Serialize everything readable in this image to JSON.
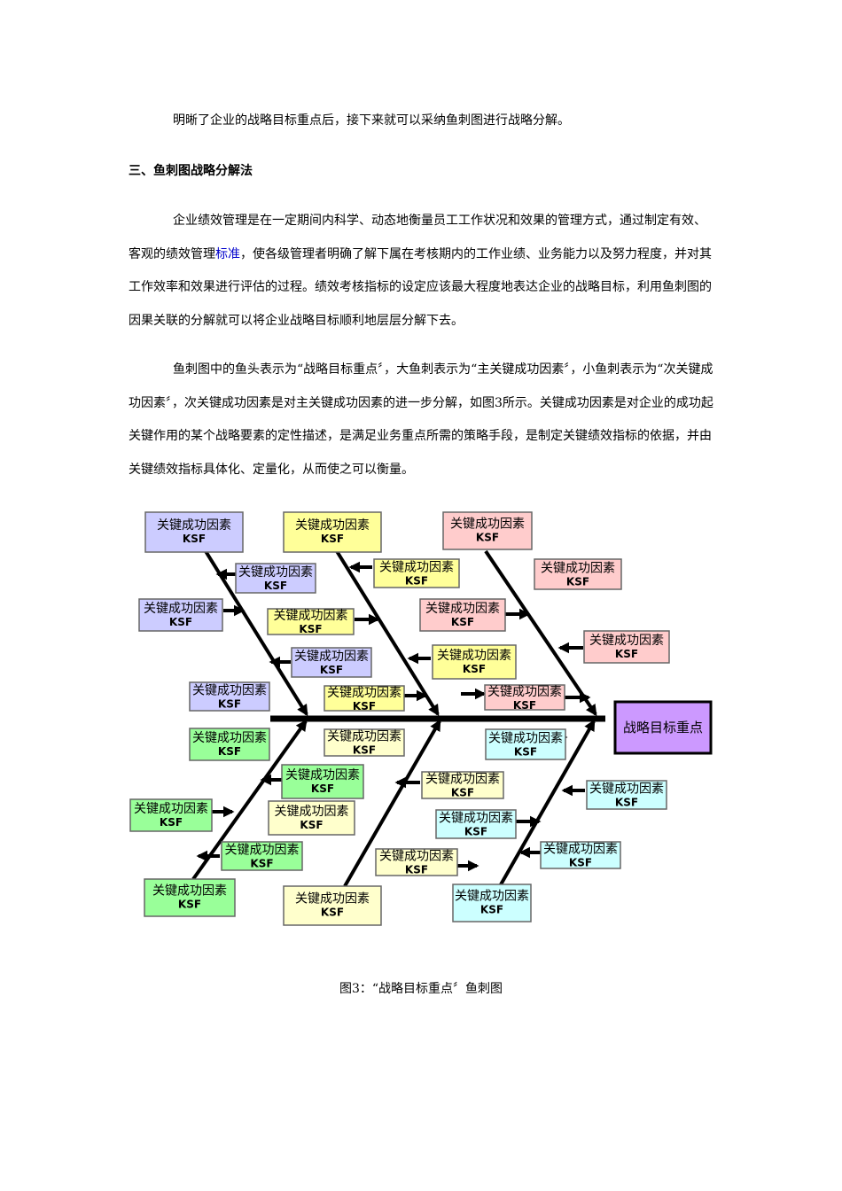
{
  "intro": "明晰了企业的战略目标重点后，接下来就可以采纳鱼刺图进行战略分解。",
  "heading": "三、鱼刺图战略分解法",
  "p1": {
    "before": "企业绩效管理是在一定期间内科学、动态地衡量员工工作状况和效果的管理方式，通过制定有效、客观的绩效管理",
    "link": "标准",
    "after": "，使各级管理者明确了解下属在考核期内的工作业绩、业务能力以及努力程度，并对其工作效率和效果进行评估的过程。绩效考核指标的设定应该最大程度地表达企业的战略目标，利用鱼刺图的因果关联的分解就可以将企业战略目标顺利地层层分解下去。"
  },
  "p2": "鱼刺图中的鱼头表示为“战略目标重点〞，大鱼刺表示为“主关键成功因素〞，小鱼刺表示为“次关键成功因素〞，次关键成功因素是对主关键成功因素的进一步分解，如图3所示。关键成功因素是对企业的成功起关键作用的某个战略要素的定性描述，是满足业务重点所需的策略手段，是制定关键绩效指标的依据，并由关键绩效指标具体化、定量化，从而使之可以衡量。",
  "diagram": {
    "head_label": "战略目标重点",
    "box_line1": "关键成功因素",
    "box_line2": "KSF",
    "colors": {
      "head": "#cc99ff",
      "purple": "#ccccff",
      "yellow": "#ffff99",
      "pink": "#ffcccc",
      "green": "#99ff99",
      "light_yellow": "#ffffcc",
      "cyan": "#ccffff"
    }
  },
  "caption": "图3：“战略目标重点〞鱼刺图"
}
